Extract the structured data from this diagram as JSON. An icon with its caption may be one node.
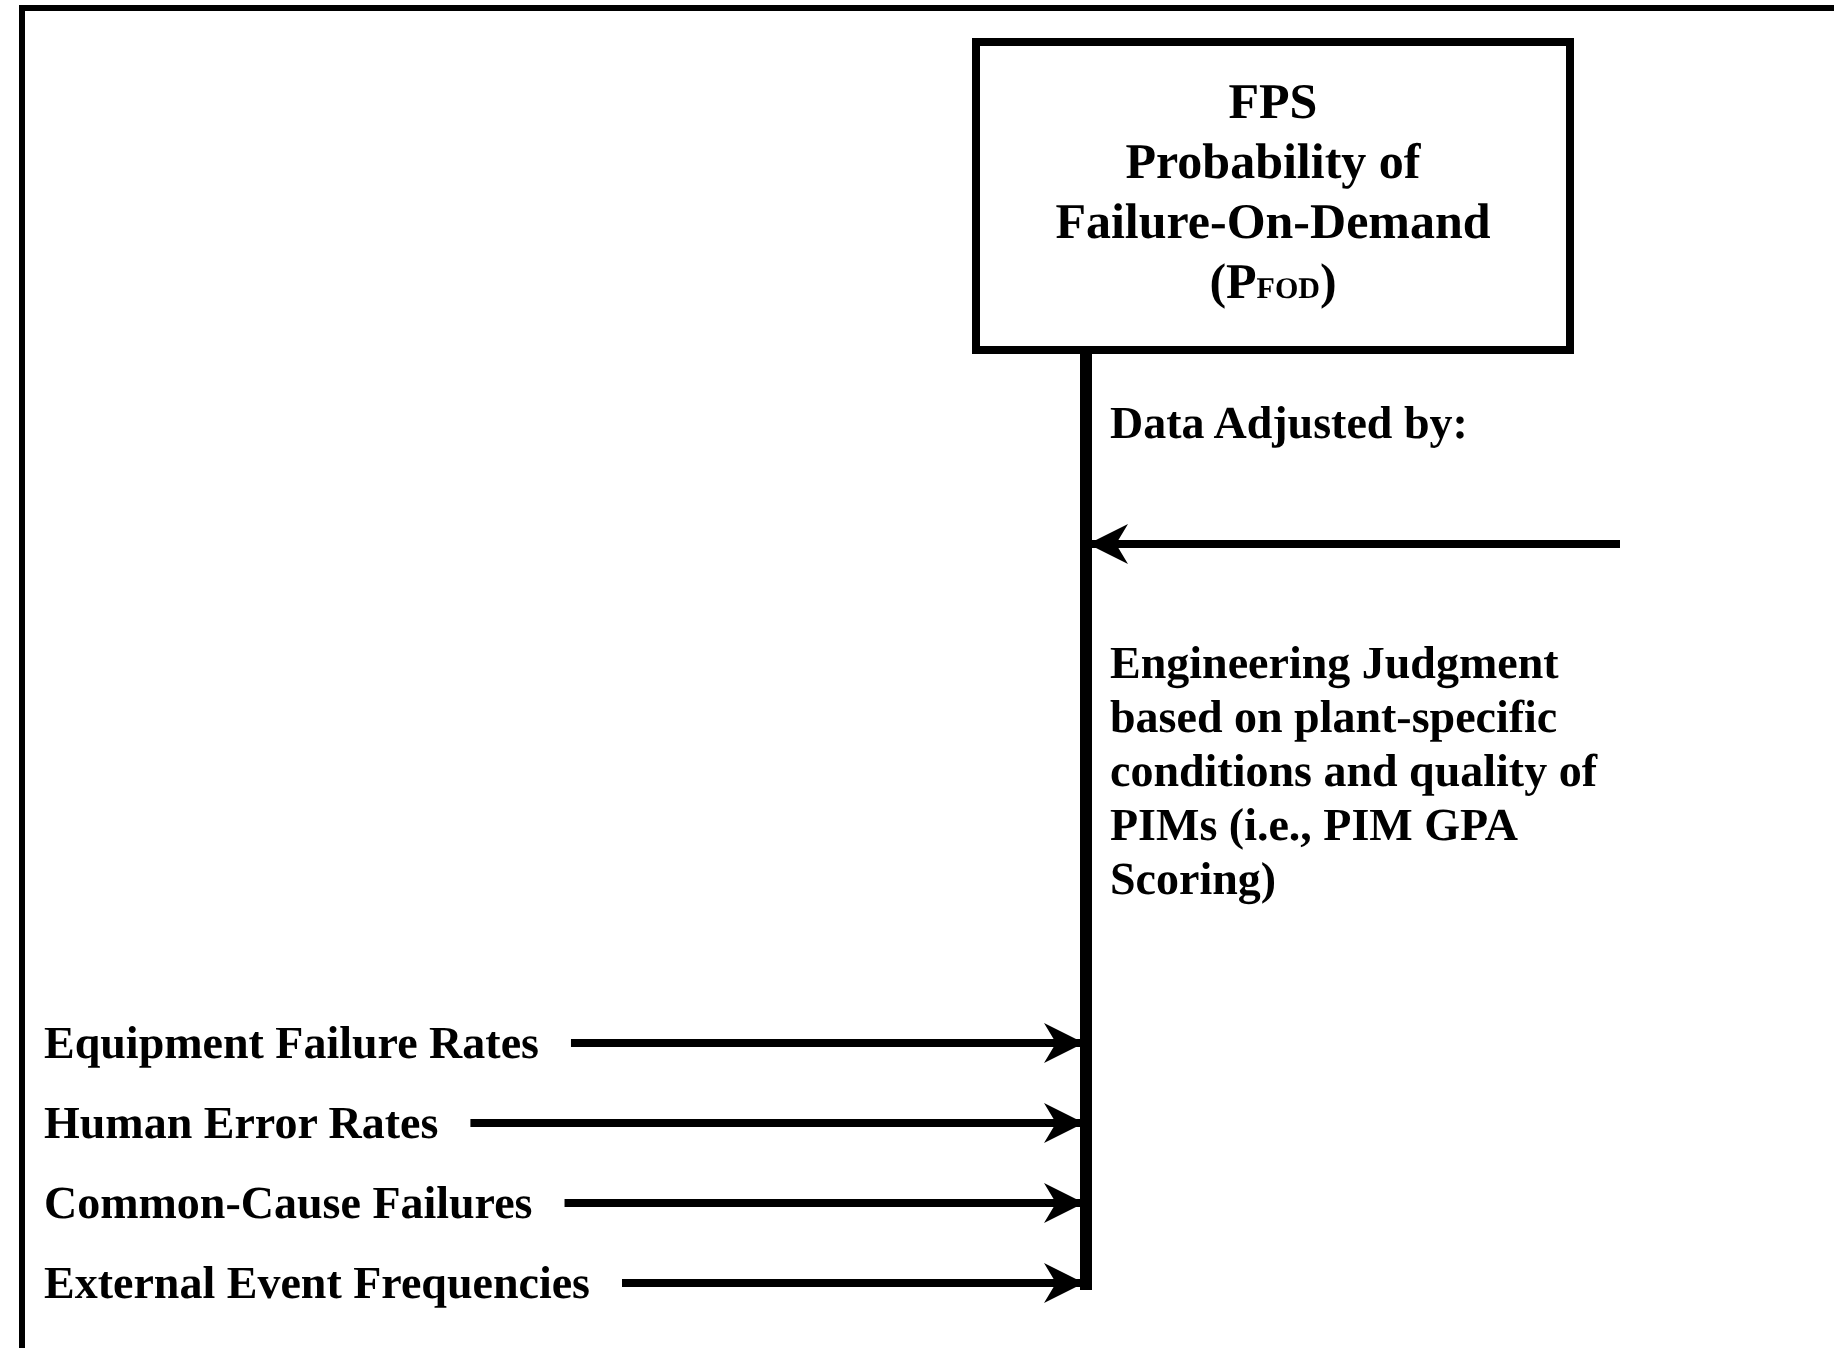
{
  "diagram": {
    "nodes": [
      {
        "text": [
          "FPS",
          "Probability of Failure-On-Demand (P$_{FOD}$)"
        ]
      },
      {
        "text": [],
        "shape": "bar"
      },
      {
        "text": [
          "Equipment Failure Rates"
        ]
      },
      {
        "text": [
          "Human Error Rates"
        ]
      },
      {
        "text": [
          "Common-Cause Failures"
        ]
      },
      {
        "text": [
          "External Event Frequencies"
        ]
      },
      {
        "text": [
          "Data Adjusted by:"
        ]
      },
      {
        "text": [
          "Engineering Judgment based on plant-specific conditions and quality of PIMs (i.e., PIM  GPA Scoring)"
        ]
      }
    ],
    "edges": [
      {
        "from": 2,
        "to": 1,
        "arrow": "to"
      },
      {
        "from": 3,
        "to": 1,
        "arrow": "to"
      },
      {
        "from": 4,
        "to": 1,
        "arrow": "to"
      },
      {
        "from": 5,
        "to": 1,
        "arrow": "to"
      },
      {
        "from": null,
        "to": 1,
        "arrow": "to"
      }
    ]
  }
}
